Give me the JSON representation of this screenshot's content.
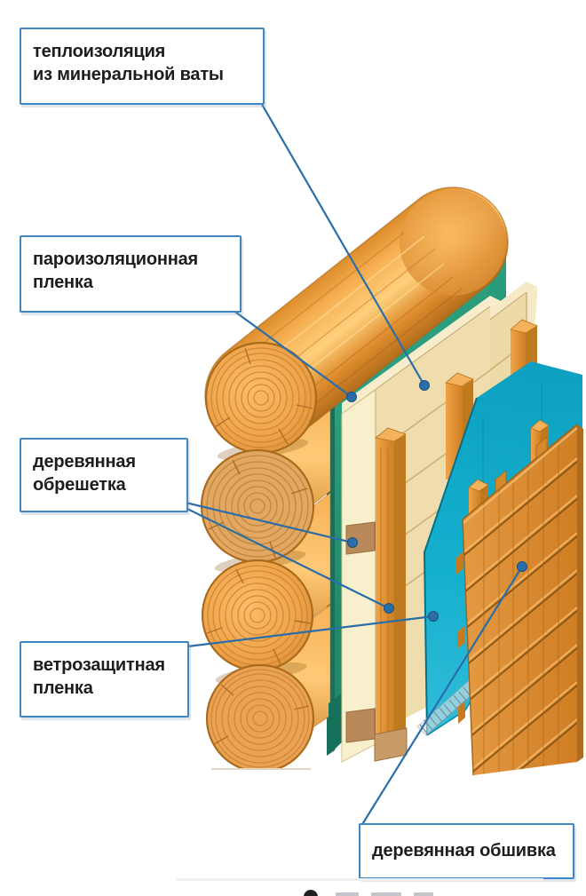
{
  "callouts": [
    {
      "id": "thermal-insulation",
      "lines": [
        "теплоизоляция",
        "из минеральной ваты"
      ]
    },
    {
      "id": "vapor-barrier-film",
      "lines": [
        "пароизоляционная",
        "пленка"
      ]
    },
    {
      "id": "wooden-lathing",
      "lines": [
        "деревянная",
        "обрешетка"
      ]
    },
    {
      "id": "windproof-film",
      "lines": [
        "ветрозащитная",
        "пленка"
      ]
    },
    {
      "id": "wooden-cladding",
      "lines": [
        "деревянная обшивка"
      ]
    }
  ],
  "colors": {
    "background": "#ffffff",
    "callout_border": "#3f86c5",
    "callout_text": "#1d1d1b",
    "leader_line": "#2a6ea9",
    "vapor_barrier_film": "#2aa17e",
    "windproof_film": "#0ca6c8",
    "insulation_face": "#eedcab",
    "insulation_cut": "#f8f0cd",
    "log_wood": "#eda047",
    "batten_wood": "#dd8c2d",
    "cladding_wood": "#d98a2e",
    "lathing_block": "#b9895a",
    "ventilation_mesh": "#9aa2ac"
  }
}
